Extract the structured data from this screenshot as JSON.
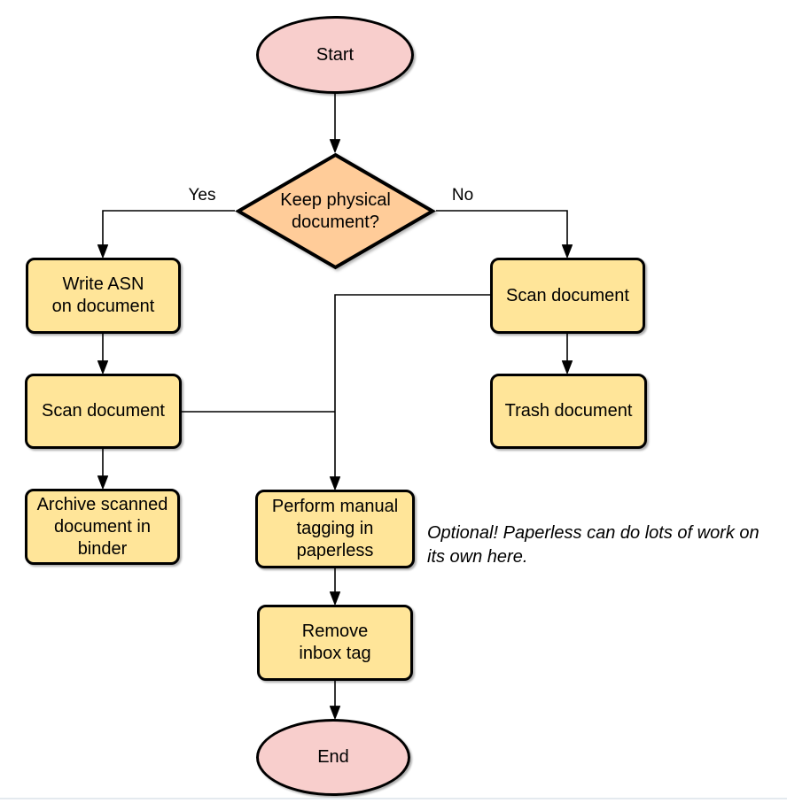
{
  "diagram": {
    "background": "#ffffff",
    "colors": {
      "terminal_fill": "#F8CECC",
      "decision_fill": "#FFCC99",
      "process_fill": "#FFE599",
      "stroke": "#000000",
      "text": "#000000"
    },
    "nodes": {
      "start": {
        "type": "terminal",
        "label": "Start"
      },
      "decision": {
        "type": "decision",
        "label": "Keep physical\ndocument?"
      },
      "write_asn": {
        "type": "process",
        "label": "Write ASN\non document"
      },
      "scan_left": {
        "type": "process",
        "label": "Scan document"
      },
      "archive": {
        "type": "process",
        "label": "Archive scanned\ndocument in\nbinder"
      },
      "scan_right": {
        "type": "process",
        "label": "Scan document"
      },
      "trash": {
        "type": "process",
        "label": "Trash document"
      },
      "perform_tagging": {
        "type": "process",
        "label": "Perform manual\ntagging in\npaperless"
      },
      "remove_inbox_tag": {
        "type": "process",
        "label": "Remove\ninbox tag"
      },
      "end": {
        "type": "terminal",
        "label": "End"
      }
    },
    "edge_labels": {
      "yes": "Yes",
      "no": "No"
    },
    "edges": [
      {
        "from": "start",
        "to": "decision",
        "label": ""
      },
      {
        "from": "decision",
        "to": "write_asn",
        "label": "Yes"
      },
      {
        "from": "decision",
        "to": "scan_right",
        "label": "No"
      },
      {
        "from": "write_asn",
        "to": "scan_left",
        "label": ""
      },
      {
        "from": "scan_left",
        "to": "archive",
        "label": ""
      },
      {
        "from": "scan_left",
        "to": "perform_tagging",
        "label": ""
      },
      {
        "from": "scan_right",
        "to": "perform_tagging",
        "label": ""
      },
      {
        "from": "scan_right",
        "to": "trash",
        "label": ""
      },
      {
        "from": "perform_tagging",
        "to": "remove_inbox_tag",
        "label": ""
      },
      {
        "from": "remove_inbox_tag",
        "to": "end",
        "label": ""
      }
    ],
    "note": {
      "text": "Optional! Paperless can do lots of work on\nits own here."
    }
  }
}
